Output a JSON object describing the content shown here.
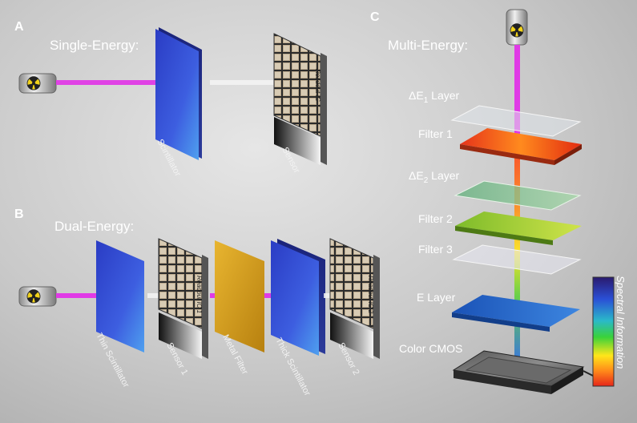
{
  "panels": {
    "a": {
      "letter": "A",
      "title": "Single-Energy:",
      "scintillator": "Scintillator",
      "sensor": "Sensor",
      "readout": "Readout IC"
    },
    "b": {
      "letter": "B",
      "title": "Dual-Energy:",
      "thin_scintillator": "Thin Scintillator",
      "sensor1": "Sensor 1",
      "readout1": "Readout IC 1",
      "metal_filter": "Metal Filter",
      "thick_scintillator": "Thick Scintillator",
      "sensor2": "Sensor 2",
      "readout2": "Readout IC 2"
    },
    "c": {
      "letter": "C",
      "title": "Multi-Energy:",
      "layers": {
        "de1_prefix": "ΔE",
        "de1_sub": "1",
        "de1_suffix": " Layer",
        "filter1": "Filter 1",
        "de2_prefix": "ΔE",
        "de2_sub": "2",
        "de2_suffix": " Layer",
        "filter2": "Filter 2",
        "filter3": "Filter 3",
        "e_layer": "E Layer",
        "cmos": "Color CMOS"
      },
      "colorbar_label": "Spectral Information"
    }
  },
  "icons": {
    "radiation": "radiation-source-icon"
  },
  "colors": {
    "beam": "#e03ae6",
    "scintillator": "#3b4fd6",
    "metal_filter": "#d9a21f",
    "filter1": "#ff5a1e"
  }
}
